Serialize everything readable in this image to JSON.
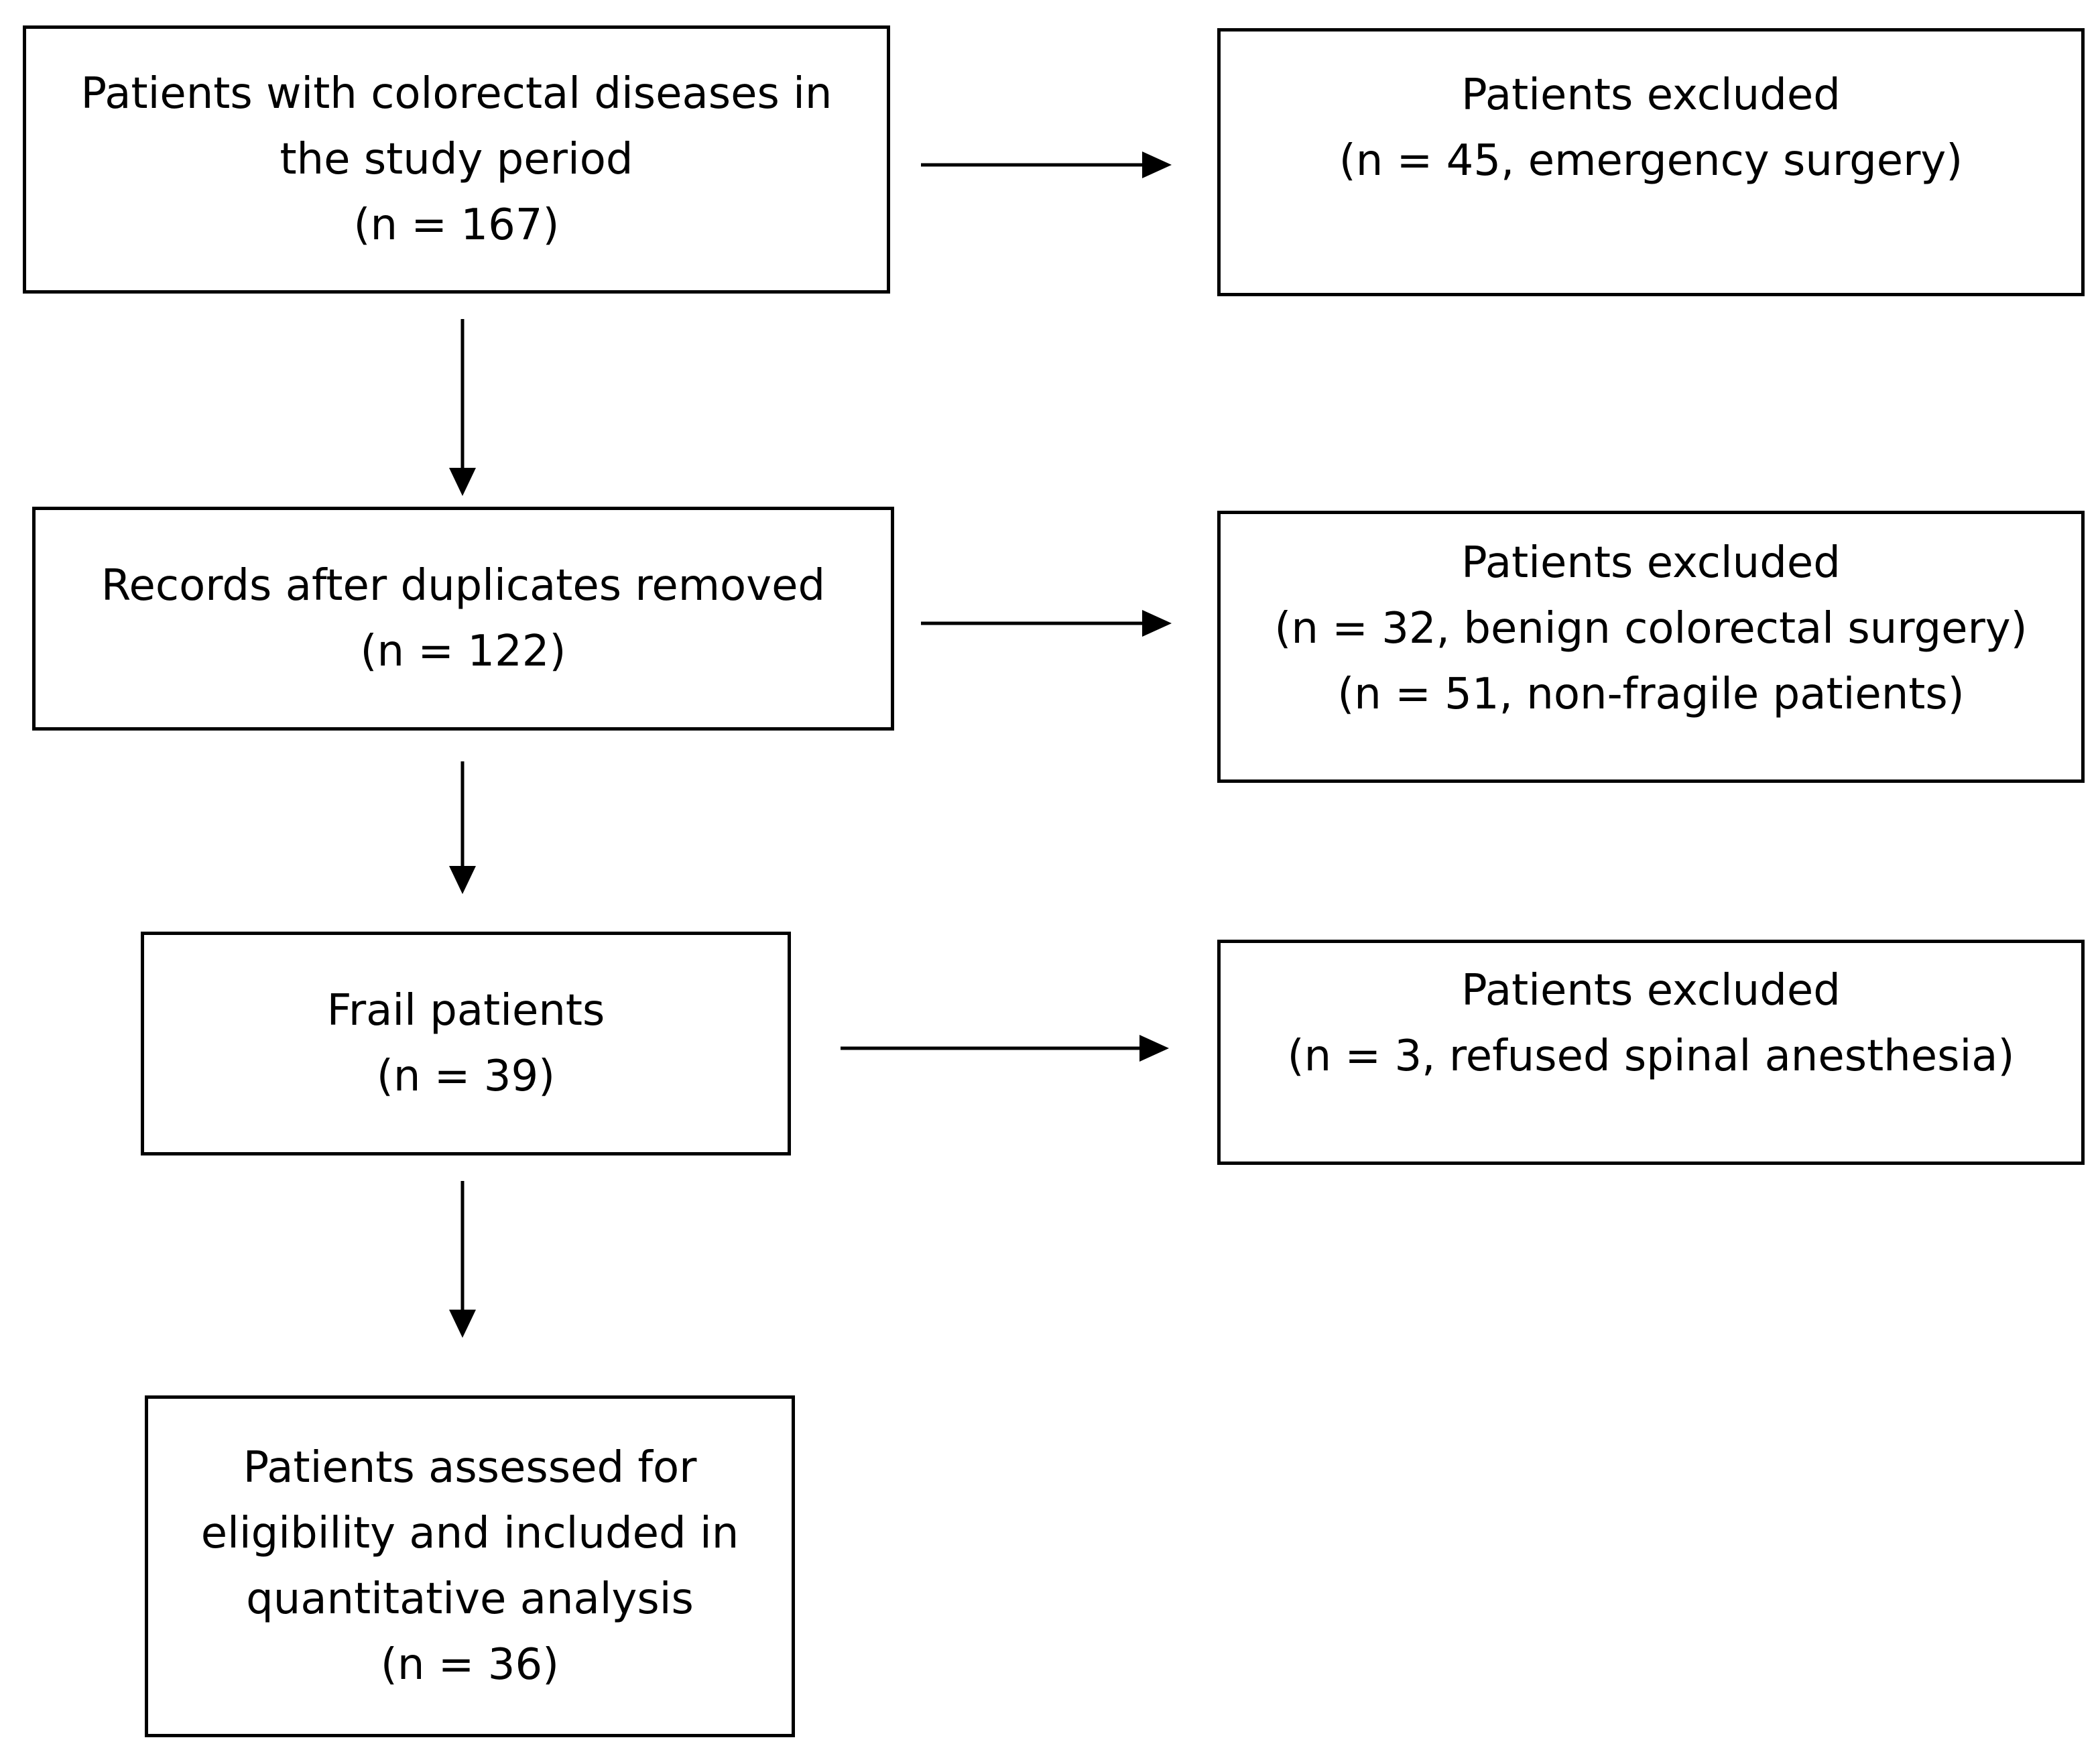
{
  "flow": {
    "main": [
      {
        "lines": [
          "Patients with colorectal diseases in",
          "the study period",
          "(n = 167)"
        ]
      },
      {
        "lines": [
          "Records after duplicates removed",
          "(n = 122)"
        ]
      },
      {
        "lines": [
          "Frail patients",
          "(n = 39)"
        ]
      },
      {
        "lines": [
          "Patients assessed for",
          "eligibility and included in",
          "quantitative analysis",
          "(n = 36)"
        ]
      }
    ],
    "excluded": [
      {
        "lines": [
          "Patients excluded",
          "(n = 45, emergency surgery)"
        ]
      },
      {
        "lines": [
          "Patients excluded",
          "(n = 32, benign colorectal surgery)",
          "(n = 51, non-fragile patients)"
        ]
      },
      {
        "lines": [
          "Patients excluded",
          "(n = 3, refused spinal anesthesia)"
        ]
      }
    ]
  },
  "colors": {
    "stroke": "#000000",
    "background": "#ffffff"
  }
}
